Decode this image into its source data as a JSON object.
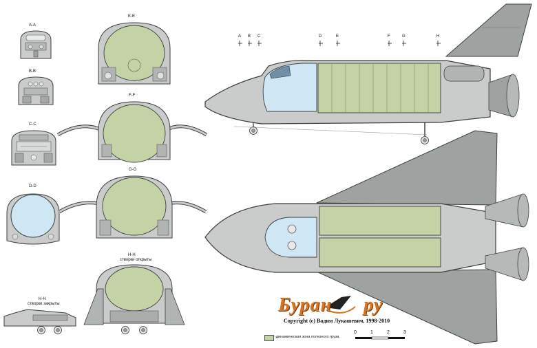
{
  "sections": [
    {
      "id": "a-a",
      "label": "A-A"
    },
    {
      "id": "b-b",
      "label": "B-B"
    },
    {
      "id": "c-c",
      "label": "C-C"
    },
    {
      "id": "d-d",
      "label": "D-D"
    },
    {
      "id": "e-e",
      "label": "E-E"
    },
    {
      "id": "f-f",
      "label": "F-F"
    },
    {
      "id": "g-g",
      "label": "G-G"
    },
    {
      "id": "h-h-open",
      "label": "H-H",
      "caption": "створки открыты"
    },
    {
      "id": "h-h-closed",
      "label": "H-H",
      "caption": "створки закрыты"
    }
  ],
  "section_markers": [
    "A",
    "B",
    "C",
    "D",
    "E",
    "F",
    "G",
    "H"
  ],
  "branding": {
    "logo_left": "Буран",
    "logo_right": "ру",
    "copyright": "Copyright (c) Вадим Лукашевич, 1998-2010"
  },
  "legend": {
    "payload_zone": "-динамическая зона полезного груза",
    "payload_color": "#c4d3a6"
  },
  "scale": {
    "ticks": [
      "0",
      "1",
      "2",
      "3"
    ]
  },
  "colors": {
    "hull": "#c9cccb",
    "hull_dark": "#9ea3a2",
    "payload": "#c4d3a6",
    "cabin": "#cfe6f5",
    "outline": "#3b3e3e",
    "accent": "#d9731f"
  }
}
